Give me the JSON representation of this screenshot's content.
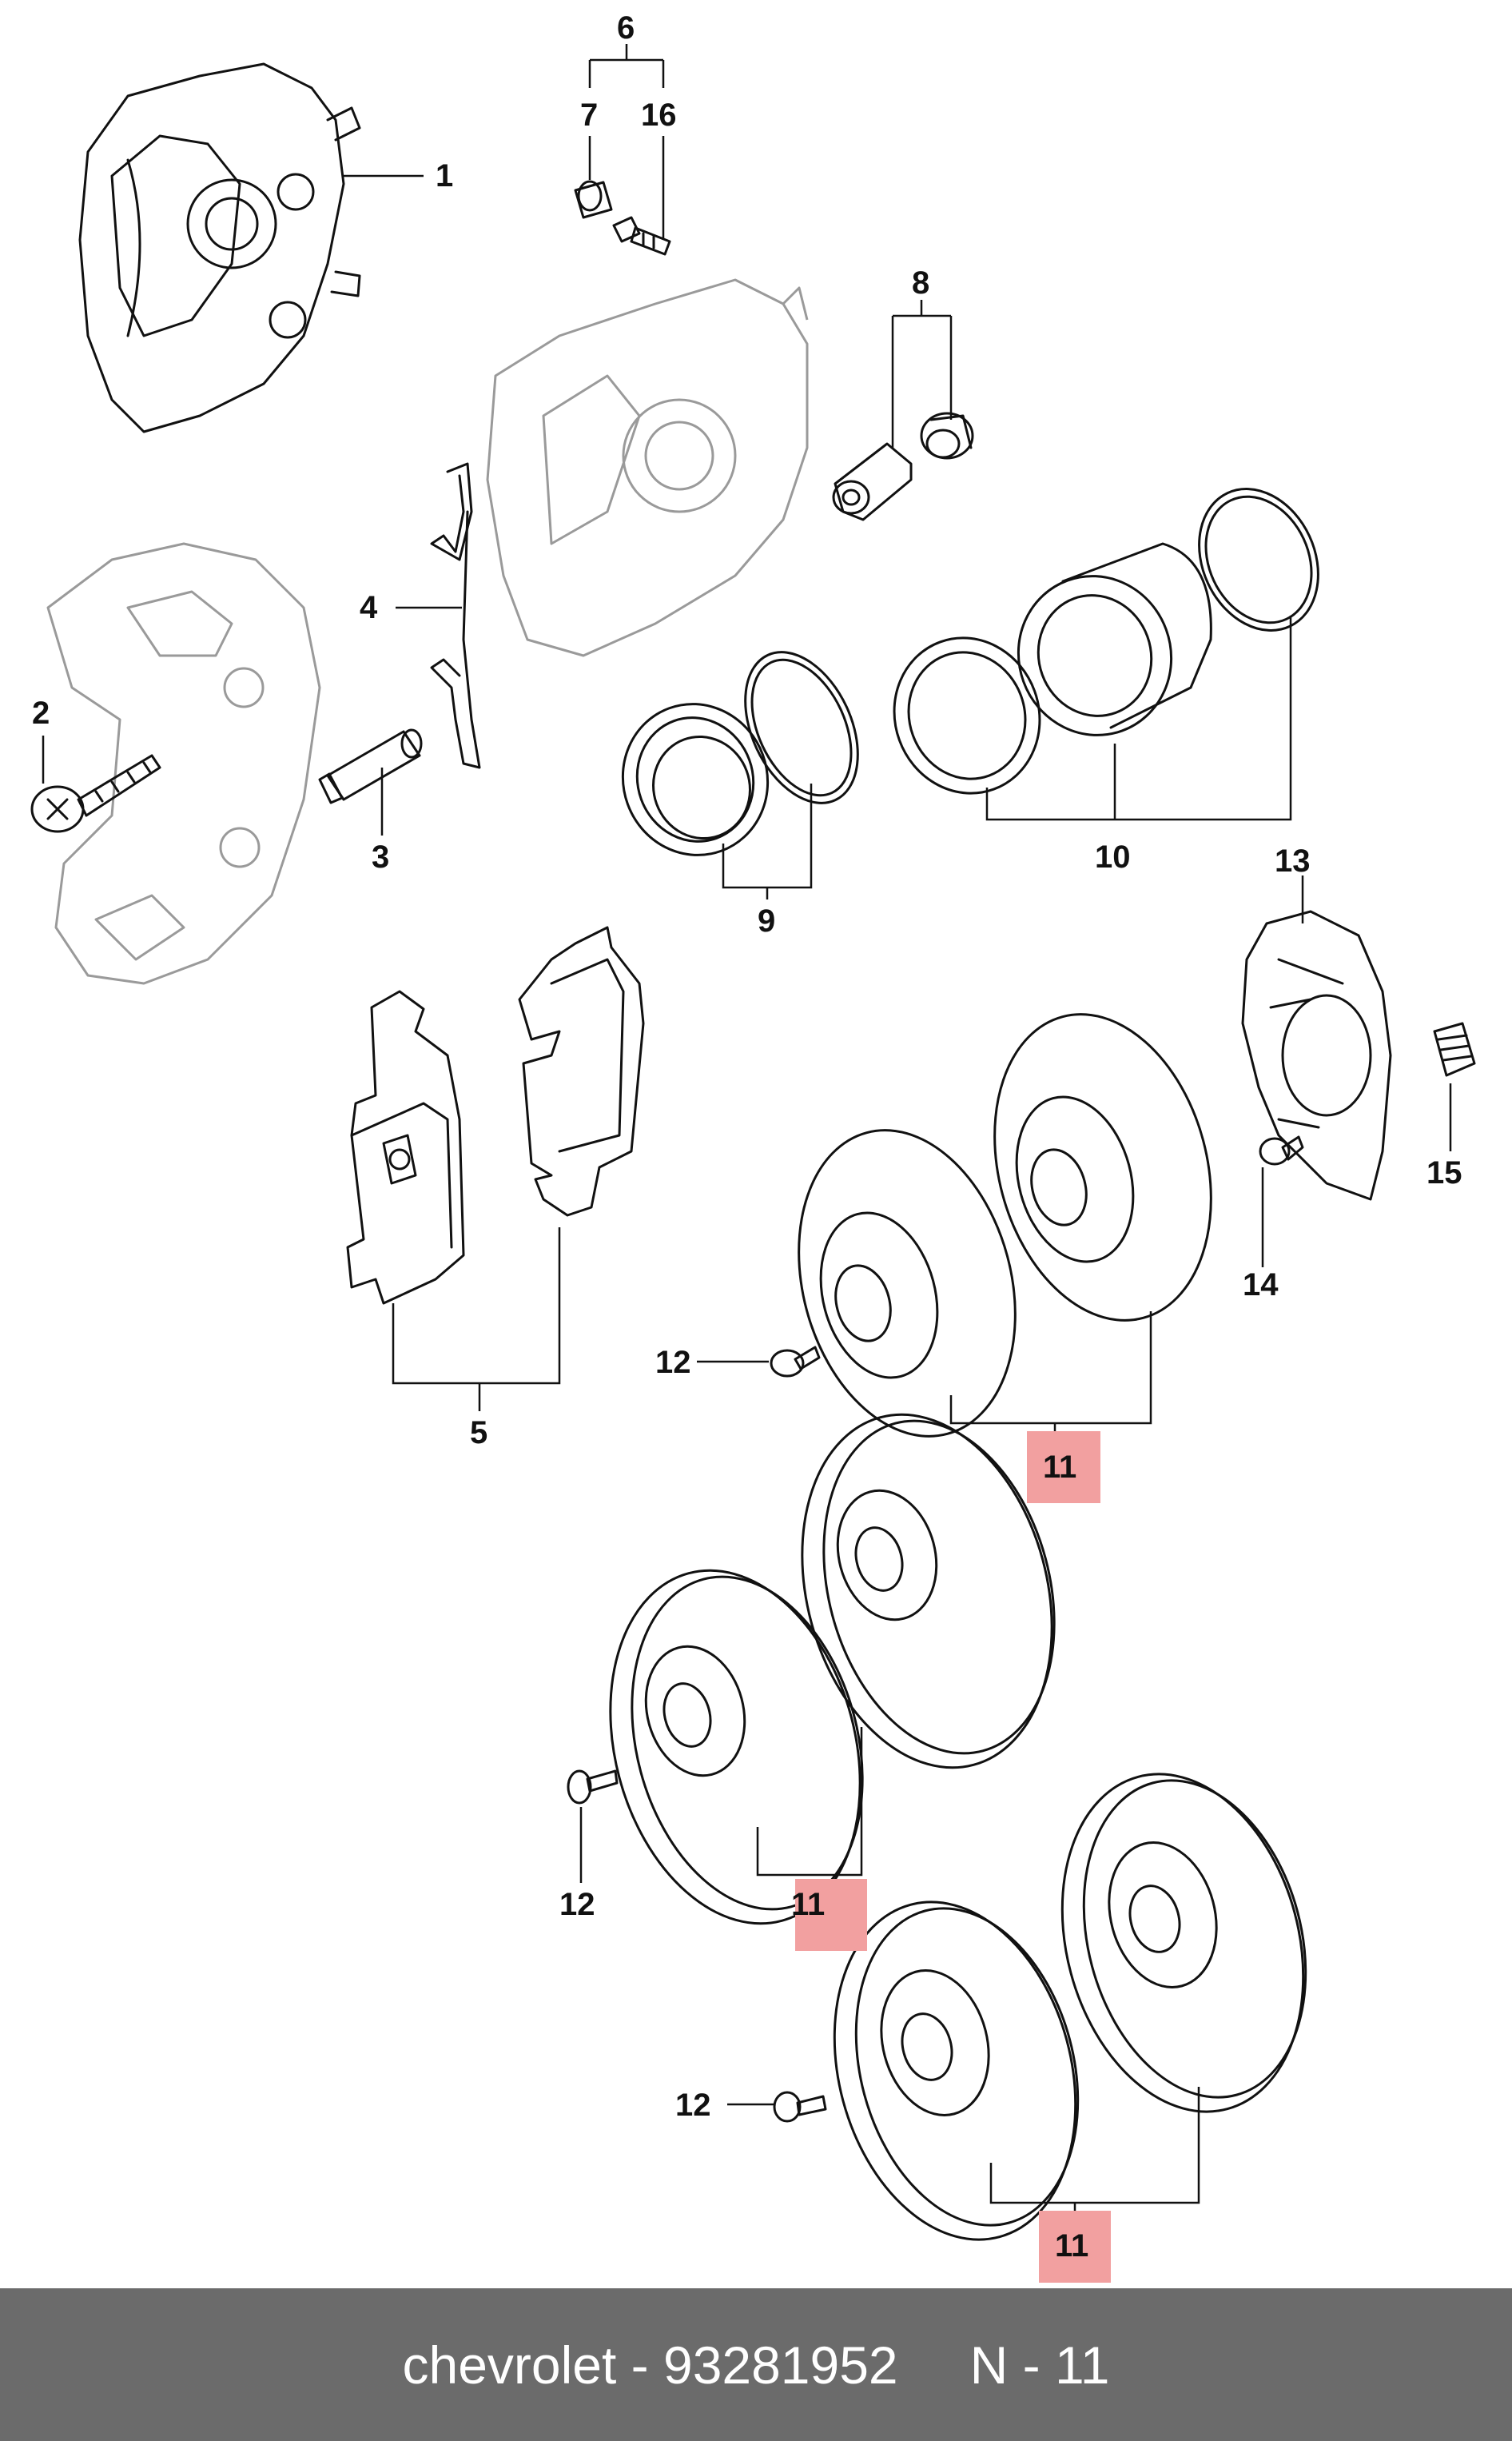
{
  "callouts": {
    "c1": "1",
    "c2": "2",
    "c3": "3",
    "c4": "4",
    "c5": "5",
    "c6": "6",
    "c7": "7",
    "c16": "16",
    "c8": "8",
    "c9": "9",
    "c10": "10",
    "c13": "13",
    "c14": "14",
    "c15": "15",
    "c12a": "12",
    "c12b": "12",
    "c12c": "12",
    "c11a": "11",
    "c11b": "11",
    "c11c": "11"
  },
  "highlight_color": "#f2a0a0",
  "footer": {
    "brand": "chevrolet",
    "separator": "-",
    "part_number": "93281952",
    "ref": "N - 11"
  }
}
